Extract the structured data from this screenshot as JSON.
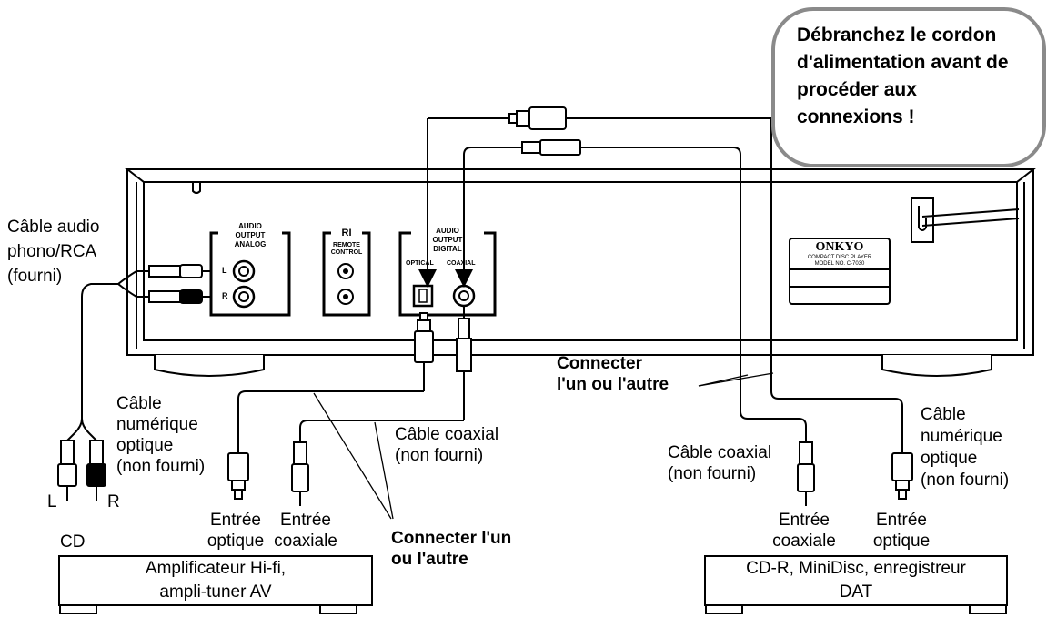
{
  "warning": {
    "line1": "Débranchez le cordon",
    "line2": "d'alimentation avant de",
    "line3": "procéder aux",
    "line4": "connexions !"
  },
  "panel": {
    "analog_title1": "AUDIO",
    "analog_title2": "OUTPUT",
    "analog_title3": "ANALOG",
    "ch_l": "L",
    "ch_r": "R",
    "ri_title": "RI",
    "remote1": "REMOTE",
    "remote2": "CONTROL",
    "digital_title1": "AUDIO",
    "digital_title2": "OUTPUT",
    "digital_title3": "DIGITAL",
    "optical": "OPTICAL",
    "coaxial": "COAXIAL",
    "brand": "ONKYO",
    "brand_sub": "COMPACT DISC PLAYER",
    "model": "MODEL NO. C-7030"
  },
  "labels": {
    "rca1": "Câble audio",
    "rca2": "phono/RCA",
    "rca3": "(fourni)",
    "plug_l": "L",
    "plug_r": "R",
    "cd": "CD",
    "opt_left1": "Câble",
    "opt_left2": "numérique",
    "opt_left3": "optique",
    "opt_left4": "(non fourni)",
    "coax_left1": "Câble coaxial",
    "coax_left2": "(non fourni)",
    "in_opt1": "Entrée",
    "in_opt2": "optique",
    "in_coax1": "Entrée",
    "in_coax2": "coaxiale",
    "either_left1": "Connecter l'un",
    "either_left2": "ou l'autre",
    "either_mid1": "Connecter",
    "either_mid2": "l'un ou l'autre",
    "coax_right1": "Câble coaxial",
    "coax_right2": "(non fourni)",
    "opt_right1": "Câble",
    "opt_right2": "numérique",
    "opt_right3": "optique",
    "opt_right4": "(non fourni)",
    "in_coax_r1": "Entrée",
    "in_coax_r2": "coaxiale",
    "in_opt_r1": "Entrée",
    "in_opt_r2": "optique"
  },
  "devices": {
    "amp_line1": "Amplificateur Hi-fi,",
    "amp_line2": "ampli-tuner AV",
    "rec_line1": "CD-R, MiniDisc, enregistreur",
    "rec_line2": "DAT"
  }
}
